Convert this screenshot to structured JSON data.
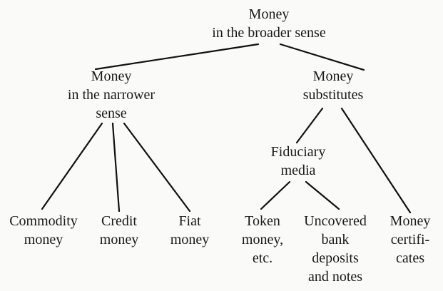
{
  "diagram": {
    "type": "tree",
    "nodes": {
      "root": {
        "lines": [
          "Money",
          "in the broader sense"
        ]
      },
      "narrower": {
        "lines": [
          "Money",
          "in the narrower",
          "sense"
        ]
      },
      "substitutes": {
        "lines": [
          "Money",
          "substitutes"
        ]
      },
      "fiduciary": {
        "lines": [
          "Fiduciary",
          "media"
        ]
      },
      "commodity": {
        "lines": [
          "Commodity",
          "money"
        ]
      },
      "credit": {
        "lines": [
          "Credit",
          "money"
        ]
      },
      "fiat": {
        "lines": [
          "Fiat",
          "money"
        ]
      },
      "token": {
        "lines": [
          "Token",
          "money,",
          "etc."
        ]
      },
      "uncovered": {
        "lines": [
          "Uncovered",
          "bank",
          "deposits",
          "and notes"
        ]
      },
      "certificates": {
        "lines": [
          "Money",
          "certifi-",
          "cates"
        ]
      }
    },
    "edges": [
      [
        "root",
        "narrower"
      ],
      [
        "root",
        "substitutes"
      ],
      [
        "narrower",
        "commodity"
      ],
      [
        "narrower",
        "credit"
      ],
      [
        "narrower",
        "fiat"
      ],
      [
        "substitutes",
        "fiduciary"
      ],
      [
        "substitutes",
        "certificates"
      ],
      [
        "fiduciary",
        "token"
      ],
      [
        "fiduciary",
        "uncovered"
      ]
    ]
  }
}
